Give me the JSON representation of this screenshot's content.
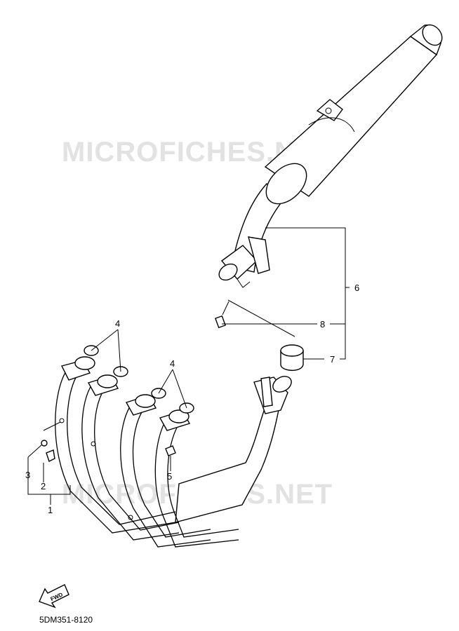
{
  "watermark": {
    "top": "MICROFICHES.NET",
    "bottom": "MICROFICHES.NET"
  },
  "callouts": {
    "c1": "1",
    "c2": "2",
    "c3": "3",
    "c4a": "4",
    "c4b": "4",
    "c5": "5",
    "c6": "6",
    "c7": "7",
    "c8": "8"
  },
  "fwd_label": "FWD",
  "diagram_code": "5DM351-8120"
}
